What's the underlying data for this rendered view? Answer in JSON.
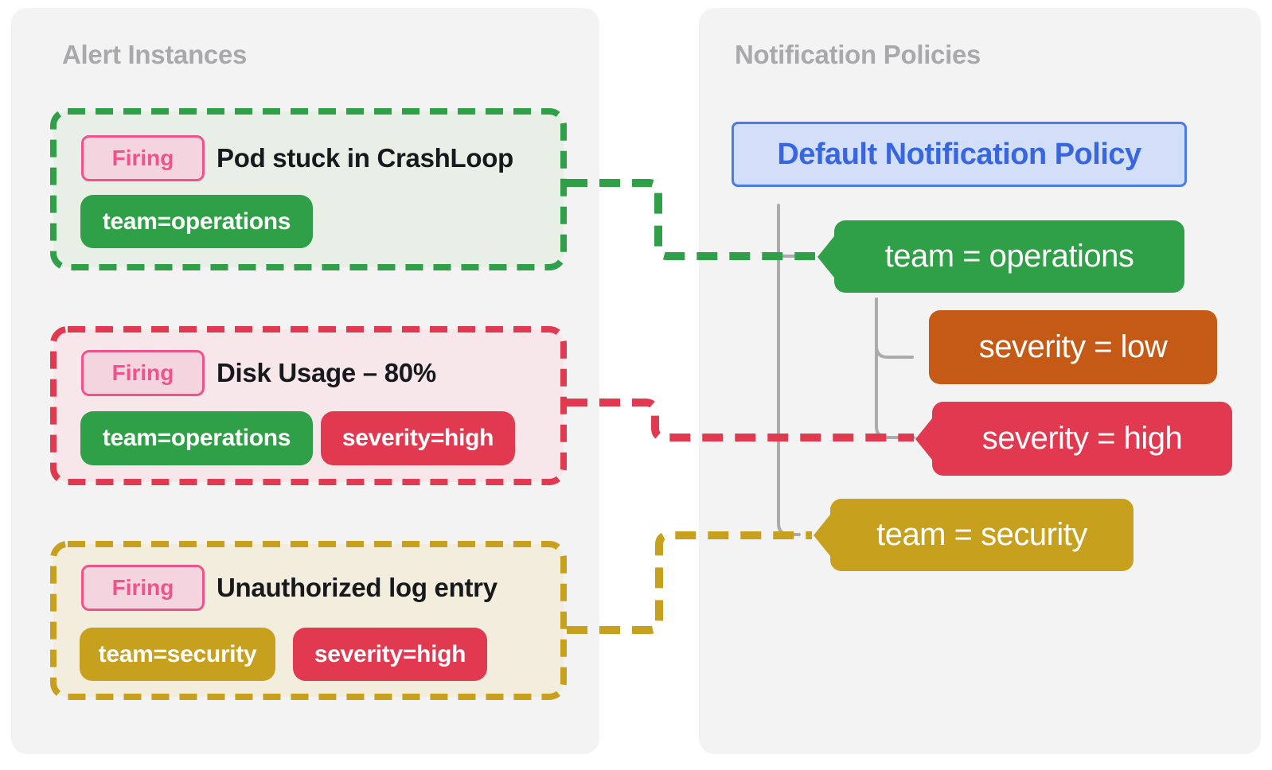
{
  "left_panel": {
    "title": "Alert Instances",
    "cards": [
      {
        "status": "Firing",
        "title": "Pod stuck in CrashLoop",
        "accent": "green",
        "labels": [
          {
            "text": "team=operations",
            "color": "green"
          }
        ]
      },
      {
        "status": "Firing",
        "title": "Disk Usage – 80%",
        "accent": "red",
        "labels": [
          {
            "text": "team=operations",
            "color": "green"
          },
          {
            "text": "severity=high",
            "color": "red"
          }
        ]
      },
      {
        "status": "Firing",
        "title": "Unauthorized log entry",
        "accent": "gold",
        "labels": [
          {
            "text": "team=security",
            "color": "gold"
          },
          {
            "text": "severity=high",
            "color": "red"
          }
        ]
      }
    ]
  },
  "right_panel": {
    "title": "Notification Policies",
    "root_policy": "Default Notification Policy",
    "matchers": [
      {
        "text": "team = operations",
        "color": "green",
        "connected": true
      },
      {
        "text": "severity = low",
        "color": "orange",
        "connected": false
      },
      {
        "text": "severity = high",
        "color": "red",
        "connected": true
      },
      {
        "text": "team = security",
        "color": "gold",
        "connected": true
      }
    ]
  },
  "connections": [
    {
      "from": "Pod stuck in CrashLoop",
      "to": "team = operations",
      "color": "green"
    },
    {
      "from": "Disk Usage – 80%",
      "to": "severity = high",
      "color": "red"
    },
    {
      "from": "Unauthorized log entry",
      "to": "team = security",
      "color": "gold"
    }
  ],
  "colors": {
    "green": "#2fa047",
    "red": "#e13a50",
    "gold": "#c7a01d",
    "orange": "#c45a15",
    "pink": "#f0538b",
    "blue_border": "#4b7be6",
    "blue_bg": "#d3def8",
    "blue_text": "#3766df",
    "panel_bg": "#f3f3f4",
    "card1_bg": "#e7efe6",
    "card2_bg": "#f8e7ea",
    "card3_bg": "#f2eddc",
    "tree_line": "#ababae",
    "title_gray": "#a9a9ac"
  }
}
